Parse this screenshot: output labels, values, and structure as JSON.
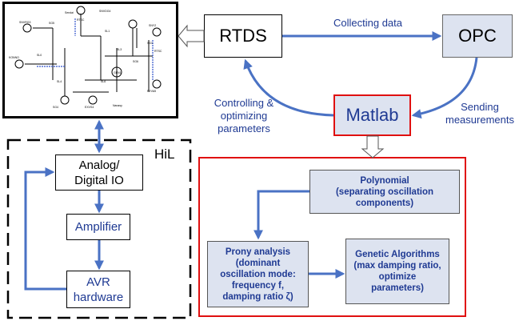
{
  "grid": {
    "labels": [
      "Sendai",
      "SNVDG4",
      "SNVRG3",
      "SG5",
      "SL0",
      "RTSC",
      "SNY2",
      "KONNO",
      "SL1",
      "SL3",
      "SG1",
      "GEN1",
      "RTSC",
      "SG6",
      "SL4",
      "SL6",
      "SG4",
      "EXVS4",
      "PYVA5",
      "Nanasy"
    ]
  },
  "rtds": {
    "label": "RTDS"
  },
  "opc": {
    "label": "OPC"
  },
  "matlab": {
    "label": "Matlab"
  },
  "labels": {
    "collecting": "Collecting data",
    "controlling": "Controlling &\noptimizing\nparameters",
    "sending": "Sending\nmeasurements"
  },
  "hil": {
    "label": "HiL",
    "analog": "Analog/\nDigital IO",
    "amplifier": "Amplifier",
    "avr": "AVR\nhardware"
  },
  "process": {
    "polynomial": "Polynomial\n(separating oscillation\ncomponents)",
    "prony": "Prony analysis\n(dominant\noscillation mode:\nfrequency f,\ndamping ratio ζ)",
    "genetic": "Genetic Algorithms\n(max damping ratio,\noptimize\nparameters)"
  },
  "colors": {
    "arrow": "#4a72c4",
    "text_blue": "#1f3a93",
    "box_fill": "#dde3f0",
    "red": "#e01010"
  }
}
